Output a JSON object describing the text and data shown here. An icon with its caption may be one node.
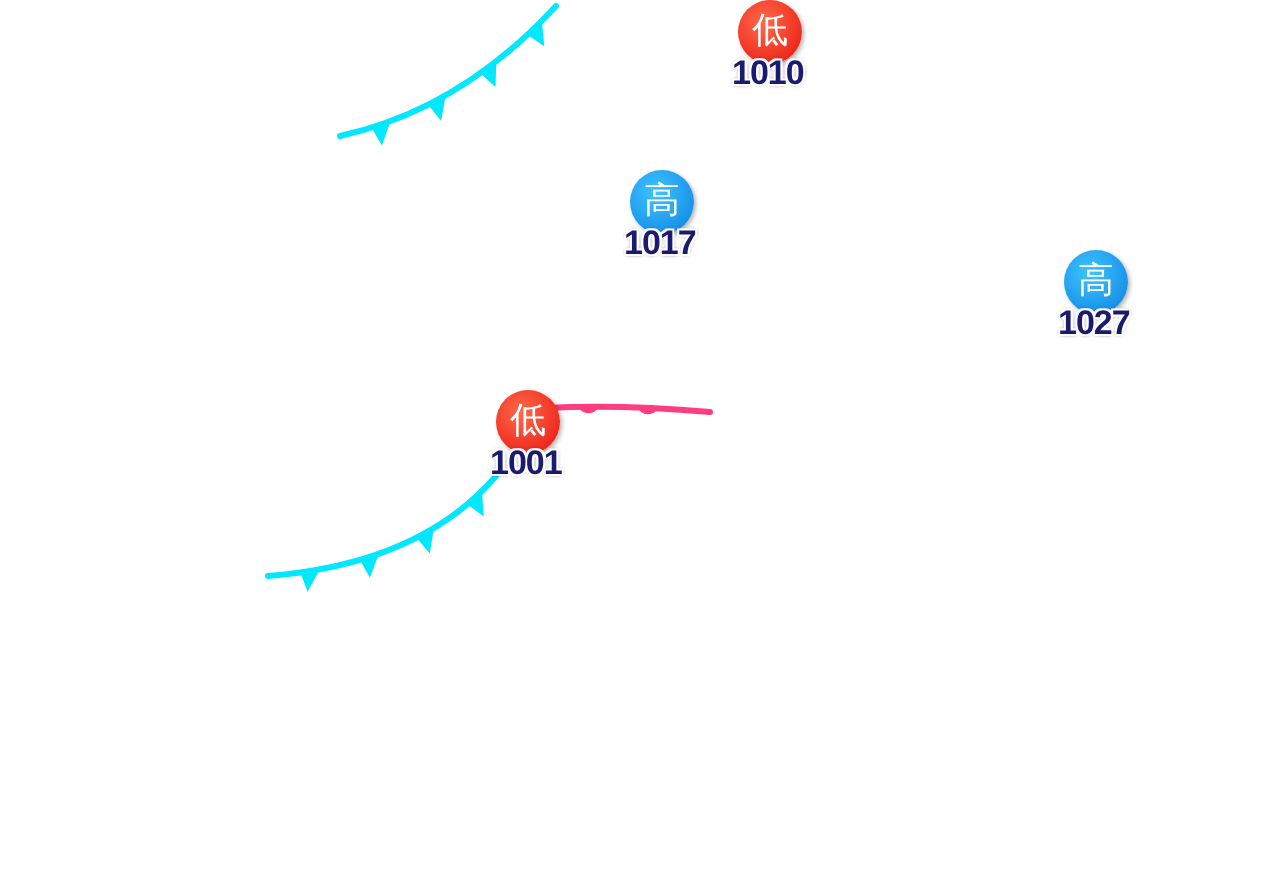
{
  "diagram": {
    "nodes": [
      {
        "text": [
          "低"
        ],
        "beside": [
          "1010"
        ]
      },
      {
        "text": [
          "高"
        ],
        "beside": [
          "1017"
        ]
      },
      {
        "text": [
          "高"
        ],
        "beside": [
          "1027"
        ]
      },
      {
        "text": [
          "低"
        ],
        "beside": [
          "1001"
        ]
      }
    ]
  }
}
